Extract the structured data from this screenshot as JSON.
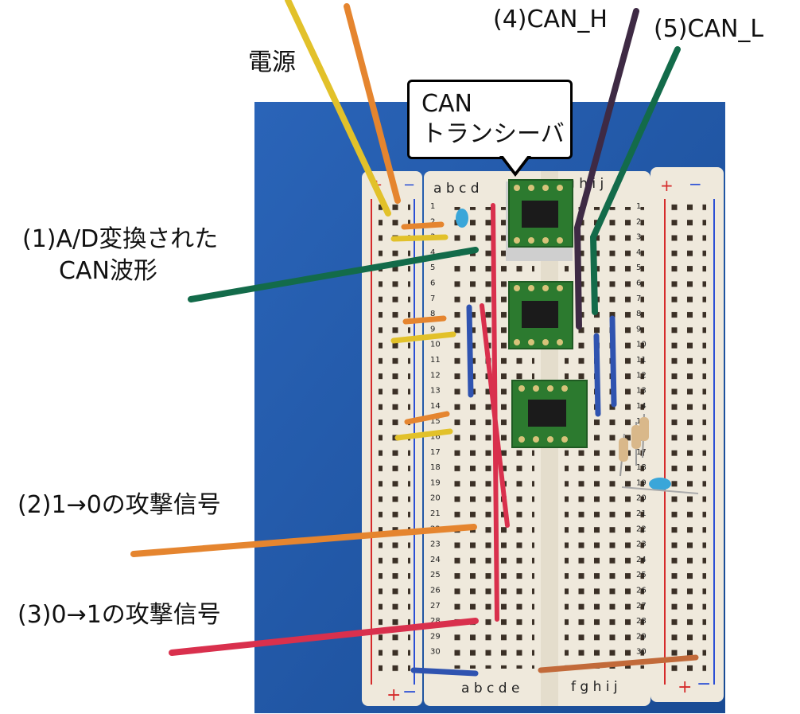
{
  "labels": {
    "power": "電源",
    "transceiver_line1": "CAN",
    "transceiver_line2": "トランシーバ",
    "can_h": "(4)CAN_H",
    "can_l": "(5)CAN_L",
    "ad_waveform_line1": "(1)A/D変換された",
    "ad_waveform_line2": "CAN波形",
    "attack_1to0": "(2)1→0の攻撃信号",
    "attack_0to1": "(3)0→1の攻撃信号"
  },
  "breadboard": {
    "columns_left": "a b c d e",
    "columns_right": "f g h i j",
    "columns_left_top": "a b c d",
    "columns_right_top": "g h i j",
    "rows": [
      "1",
      "2",
      "3",
      "4",
      "5",
      "6",
      "7",
      "8",
      "9",
      "10",
      "11",
      "12",
      "13",
      "14",
      "15",
      "16",
      "17",
      "18",
      "19",
      "20",
      "21",
      "22",
      "23",
      "24",
      "25",
      "26",
      "27",
      "28",
      "29",
      "30"
    ],
    "rail_plus": "+",
    "rail_minus": "−"
  },
  "colors": {
    "mat_blue": "#1f57a8",
    "board": "#efe9dc",
    "wire_yellow": "#e2c12a",
    "wire_orange": "#e5852f",
    "wire_purple": "#3e2a44",
    "wire_green": "#136b4a",
    "wire_red": "#d9304d",
    "wire_blue": "#2f53b0",
    "pcb_green": "#2c7a2f",
    "chip_black": "#1b1b1b"
  }
}
